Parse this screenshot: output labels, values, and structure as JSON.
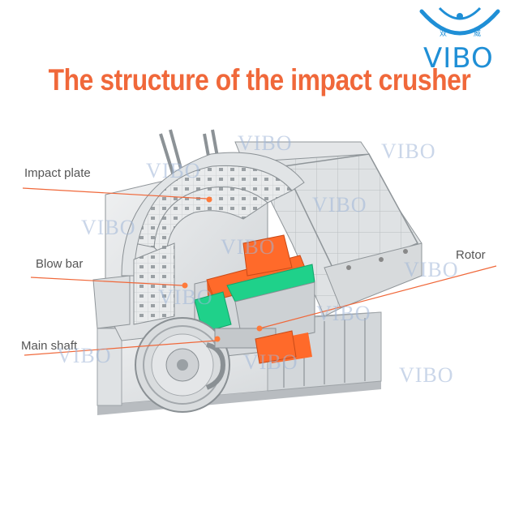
{
  "title": "The structure of the impact crusher",
  "brand": {
    "name": "VIBO",
    "logo_chars": "双 威",
    "color": "#1f8fd6"
  },
  "labels": {
    "impact_plate": "Impact plate",
    "blow_bar": "Blow bar",
    "rotor": "Rotor",
    "main_shaft": "Main shaft"
  },
  "watermark": "VIBO",
  "colors": {
    "title": "#f0683a",
    "leader": "#f0683a",
    "blow_bar": "#ff6a2a",
    "rotor_accent": "#1fd18a",
    "machine": "#e6e8ea"
  }
}
